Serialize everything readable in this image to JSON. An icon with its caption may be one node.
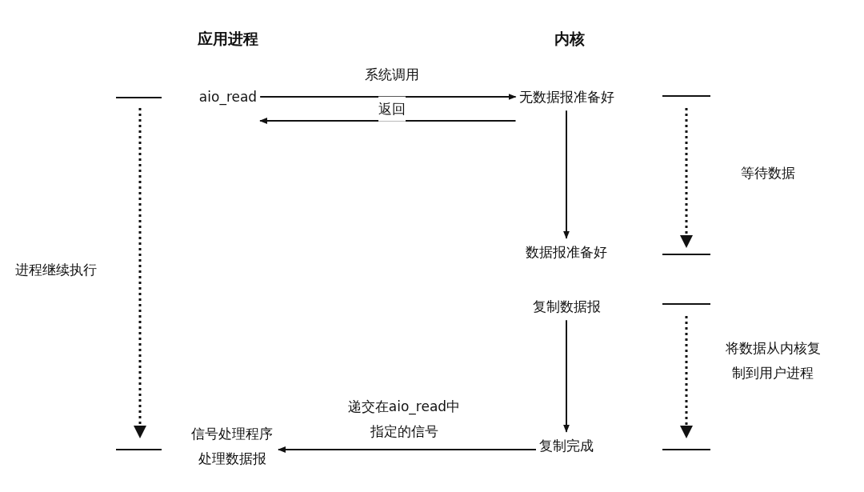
{
  "diagram": {
    "nodes": [
      {
        "text": [
          "aio_read"
        ]
      },
      {
        "text": [
          "无数据报准备好"
        ]
      },
      {
        "text": [
          "数据报准备好"
        ]
      },
      {
        "text": [
          "复制数据报"
        ]
      },
      {
        "text": [
          "复制完成"
        ]
      },
      {
        "text": [
          "信号处理程序处理数据报"
        ]
      }
    ],
    "edges": [
      {
        "from": 0,
        "to": 1,
        "arrow": "to",
        "label": "系统调用"
      },
      {
        "from": 1,
        "to": 0,
        "arrow": "to",
        "label": "返回"
      },
      {
        "from": 1,
        "to": 2,
        "arrow": "to"
      },
      {
        "from": 3,
        "to": 4,
        "arrow": "to"
      },
      {
        "from": 4,
        "to": 5,
        "arrow": "to",
        "label": "递交在aio_read中指定的信号"
      }
    ],
    "labels": [
      "应用进程",
      "内核",
      "等待数据",
      "进程继续执行",
      "将数据从内核复制到用户进程"
    ]
  }
}
